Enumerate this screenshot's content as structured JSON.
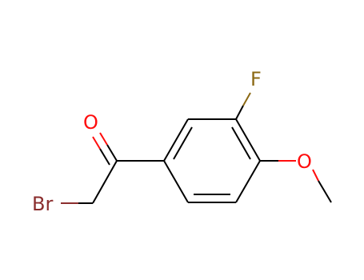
{
  "molecule": {
    "atoms": {
      "bromine": "Br",
      "oxygen_carbonyl": "O",
      "fluorine": "F",
      "oxygen_methoxy": "O"
    },
    "colors": {
      "bond": "#000000",
      "bromine": "#8b2e2e",
      "oxygen": "#ff0d0d",
      "fluorine": "#8b6914"
    }
  }
}
